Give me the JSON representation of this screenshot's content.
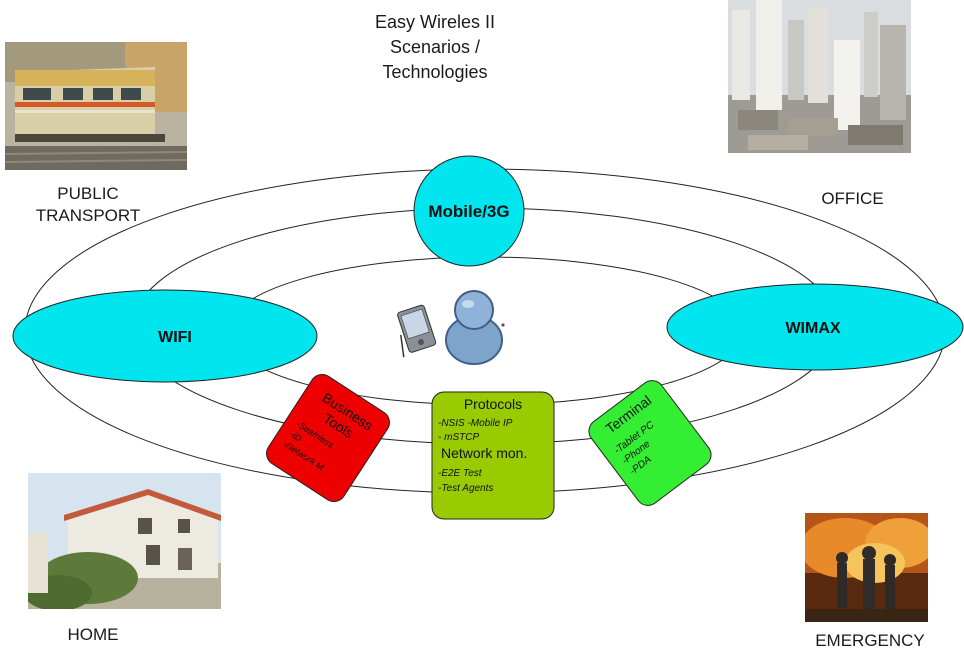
{
  "title": {
    "line1": "Easy Wireles II",
    "line2": "Scenarios /",
    "line3": "Technologies"
  },
  "scenarios": {
    "public_transport": {
      "line1": "PUBLIC",
      "line2": "TRANSPORT"
    },
    "office": "OFFICE",
    "home": "HOME",
    "emergency": "EMERGENCY"
  },
  "technologies": {
    "mobile": "Mobile/3G",
    "wifi": "WIFI",
    "wimax": "WIMAX"
  },
  "boxes": {
    "business_tools": {
      "title1": "Business",
      "title2": "Tools",
      "items": [
        "-Seamless",
        "-ID",
        "-Network M."
      ]
    },
    "protocols": {
      "title": "Protocols",
      "items": [
        "-NSIS -Mobile IP",
        "- mSTCP"
      ],
      "subtitle": "Network mon.",
      "subitems": [
        "-E2E Test",
        "-Test Agents"
      ]
    },
    "terminal": {
      "title": "Terminal",
      "items": [
        "-Tablet PC",
        "-Phone",
        "-PDA"
      ]
    }
  },
  "colors": {
    "technology_fill": "#00e5ee",
    "business_tools": "#ee0000",
    "protocols": "#99cc00",
    "terminal": "#33ee33"
  },
  "icons": [
    "pda-icon",
    "user-icon"
  ]
}
